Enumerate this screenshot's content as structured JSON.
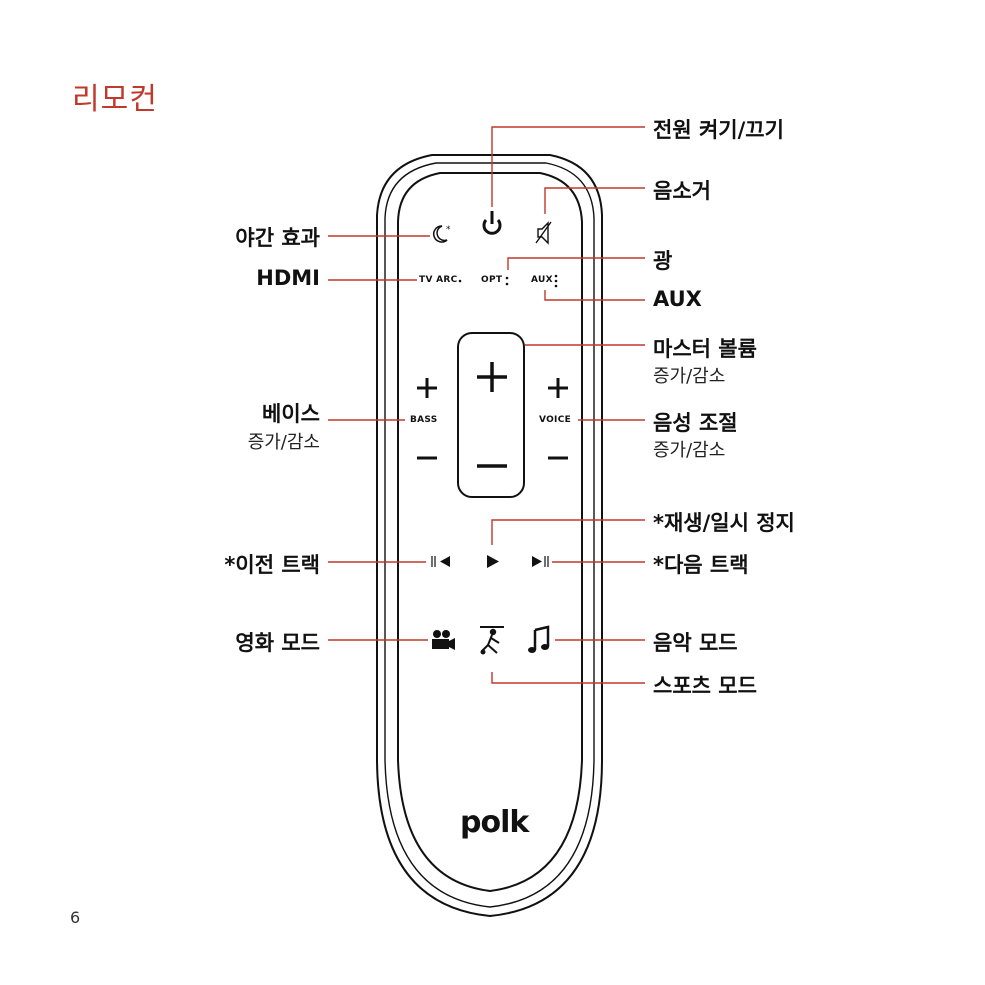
{
  "page": {
    "title": "리모컨",
    "page_number": "6"
  },
  "labels": {
    "power": "전원 켜기/끄기",
    "mute": "음소거",
    "optical": "광",
    "aux": "AUX",
    "master_volume": "마스터 볼륨",
    "master_volume_sub": "증가/감소",
    "voice": "음성 조절",
    "voice_sub": "증가/감소",
    "play_pause": "*재생/일시 정지",
    "next": "*다음 트랙",
    "music_mode": "음악 모드",
    "sports_mode": "스포츠 모드",
    "night_effect": "야간 효과",
    "hdmi": "HDMI",
    "bass": "베이스",
    "bass_sub": "증가/감소",
    "prev": "*이전 트랙",
    "movie_mode": "영화 모드"
  },
  "remote": {
    "tv_arc": "TV ARC",
    "opt": "OPT",
    "aux": "AUX",
    "bass": "BASS",
    "voice": "VOICE",
    "brand": "polk"
  },
  "colors": {
    "accent": "#c0392b",
    "text": "#111111"
  }
}
